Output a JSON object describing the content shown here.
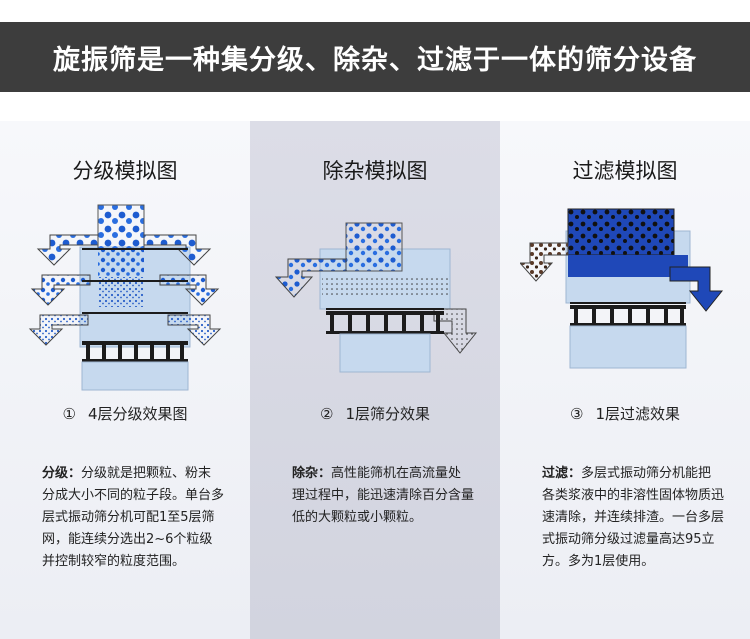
{
  "banner": {
    "title": "旋振筛是一种集分级、除杂、过滤于一体的筛分设备"
  },
  "columns": [
    {
      "title": "分级模拟图",
      "caption_num": "①",
      "caption": "4层分级效果图",
      "keyword": "分级：",
      "desc": "分级就是把颗粒、粉末分成大小不同的粒子段。单台多层式振动筛分机可配1至5层筛网，能连续分选出2~6个粒级并控制较窄的粒度范围。"
    },
    {
      "title": "除杂模拟图",
      "caption_num": "②",
      "caption": "1层筛分效果",
      "keyword": "除杂：",
      "desc": "高性能筛机在高流量处理过程中，能迅速清除百分含量低的大颗粒或小颗粒。"
    },
    {
      "title": "过滤模拟图",
      "caption_num": "③",
      "caption": "1层过滤效果",
      "keyword": "过滤：",
      "desc": "多层式振动筛分机能把各类浆液中的非溶性固体物质迅速清除，并连续排渣。一台多层式振动筛分级过滤量高达95立方。多为1层使用。"
    }
  ],
  "colors": {
    "banner_bg": "#3d3d3d",
    "machine_body": "#c6d9ee",
    "machine_outline": "#1c1c1c",
    "particle_blue": "#1e5cd0",
    "slurry_blue": "#1f48b8",
    "brown_particle": "#5a3a28"
  }
}
